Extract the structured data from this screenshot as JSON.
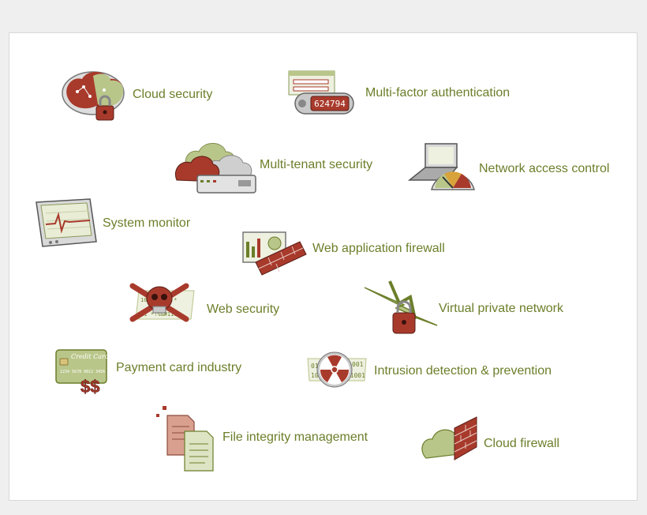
{
  "colors": {
    "label": "#6b7f2a",
    "red": "#a83a2c",
    "green": "#b9c68a",
    "silver": "#c9c9c9",
    "dark": "#444444"
  },
  "features": [
    {
      "id": "cloud-security",
      "label": "Cloud security",
      "icon": "cloud-lock-icon"
    },
    {
      "id": "multi-factor-authentication",
      "label": "Multi-factor authentication",
      "icon": "token-icon"
    },
    {
      "id": "multi-tenant-security",
      "label": "Multi-tenant security",
      "icon": "clouds-server-icon"
    },
    {
      "id": "network-access-control",
      "label": "Network access control",
      "icon": "laptop-gauge-icon"
    },
    {
      "id": "system-monitor",
      "label": "System monitor",
      "icon": "monitor-icon"
    },
    {
      "id": "web-application-firewall",
      "label": "Web application firewall",
      "icon": "screen-brickwall-icon"
    },
    {
      "id": "web-security",
      "label": "Web security",
      "icon": "skull-crossbones-icon"
    },
    {
      "id": "virtual-private-network",
      "label": "Virtual private network",
      "icon": "lightning-lock-icon"
    },
    {
      "id": "payment-card-industry",
      "label": "Payment card industry",
      "icon": "credit-card-icon"
    },
    {
      "id": "intrusion-detection-prevention",
      "label": "Intrusion detection & prevention",
      "icon": "radiation-icon"
    },
    {
      "id": "file-integrity-management",
      "label": "File integrity management",
      "icon": "documents-icon"
    },
    {
      "id": "cloud-firewall",
      "label": "Cloud firewall",
      "icon": "cloud-brickwall-icon"
    }
  ],
  "icon_text": {
    "token_code": "624794",
    "card_title": "Credit Card",
    "card_number": "1234 5678 9012 3456",
    "card_currency": "$$",
    "binary_lines": [
      "0101",
      "001",
      "1010",
      "011001"
    ]
  }
}
